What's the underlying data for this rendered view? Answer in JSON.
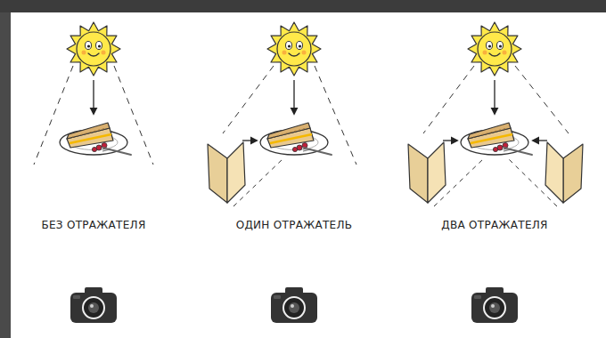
{
  "diagram": {
    "labels": [
      "БЕЗ ОТРАЖАТЕЛЯ",
      "ОДИН ОТРАЖАТЕЛЬ",
      "ДВА ОТРАЖАТЕЛЯ"
    ]
  }
}
